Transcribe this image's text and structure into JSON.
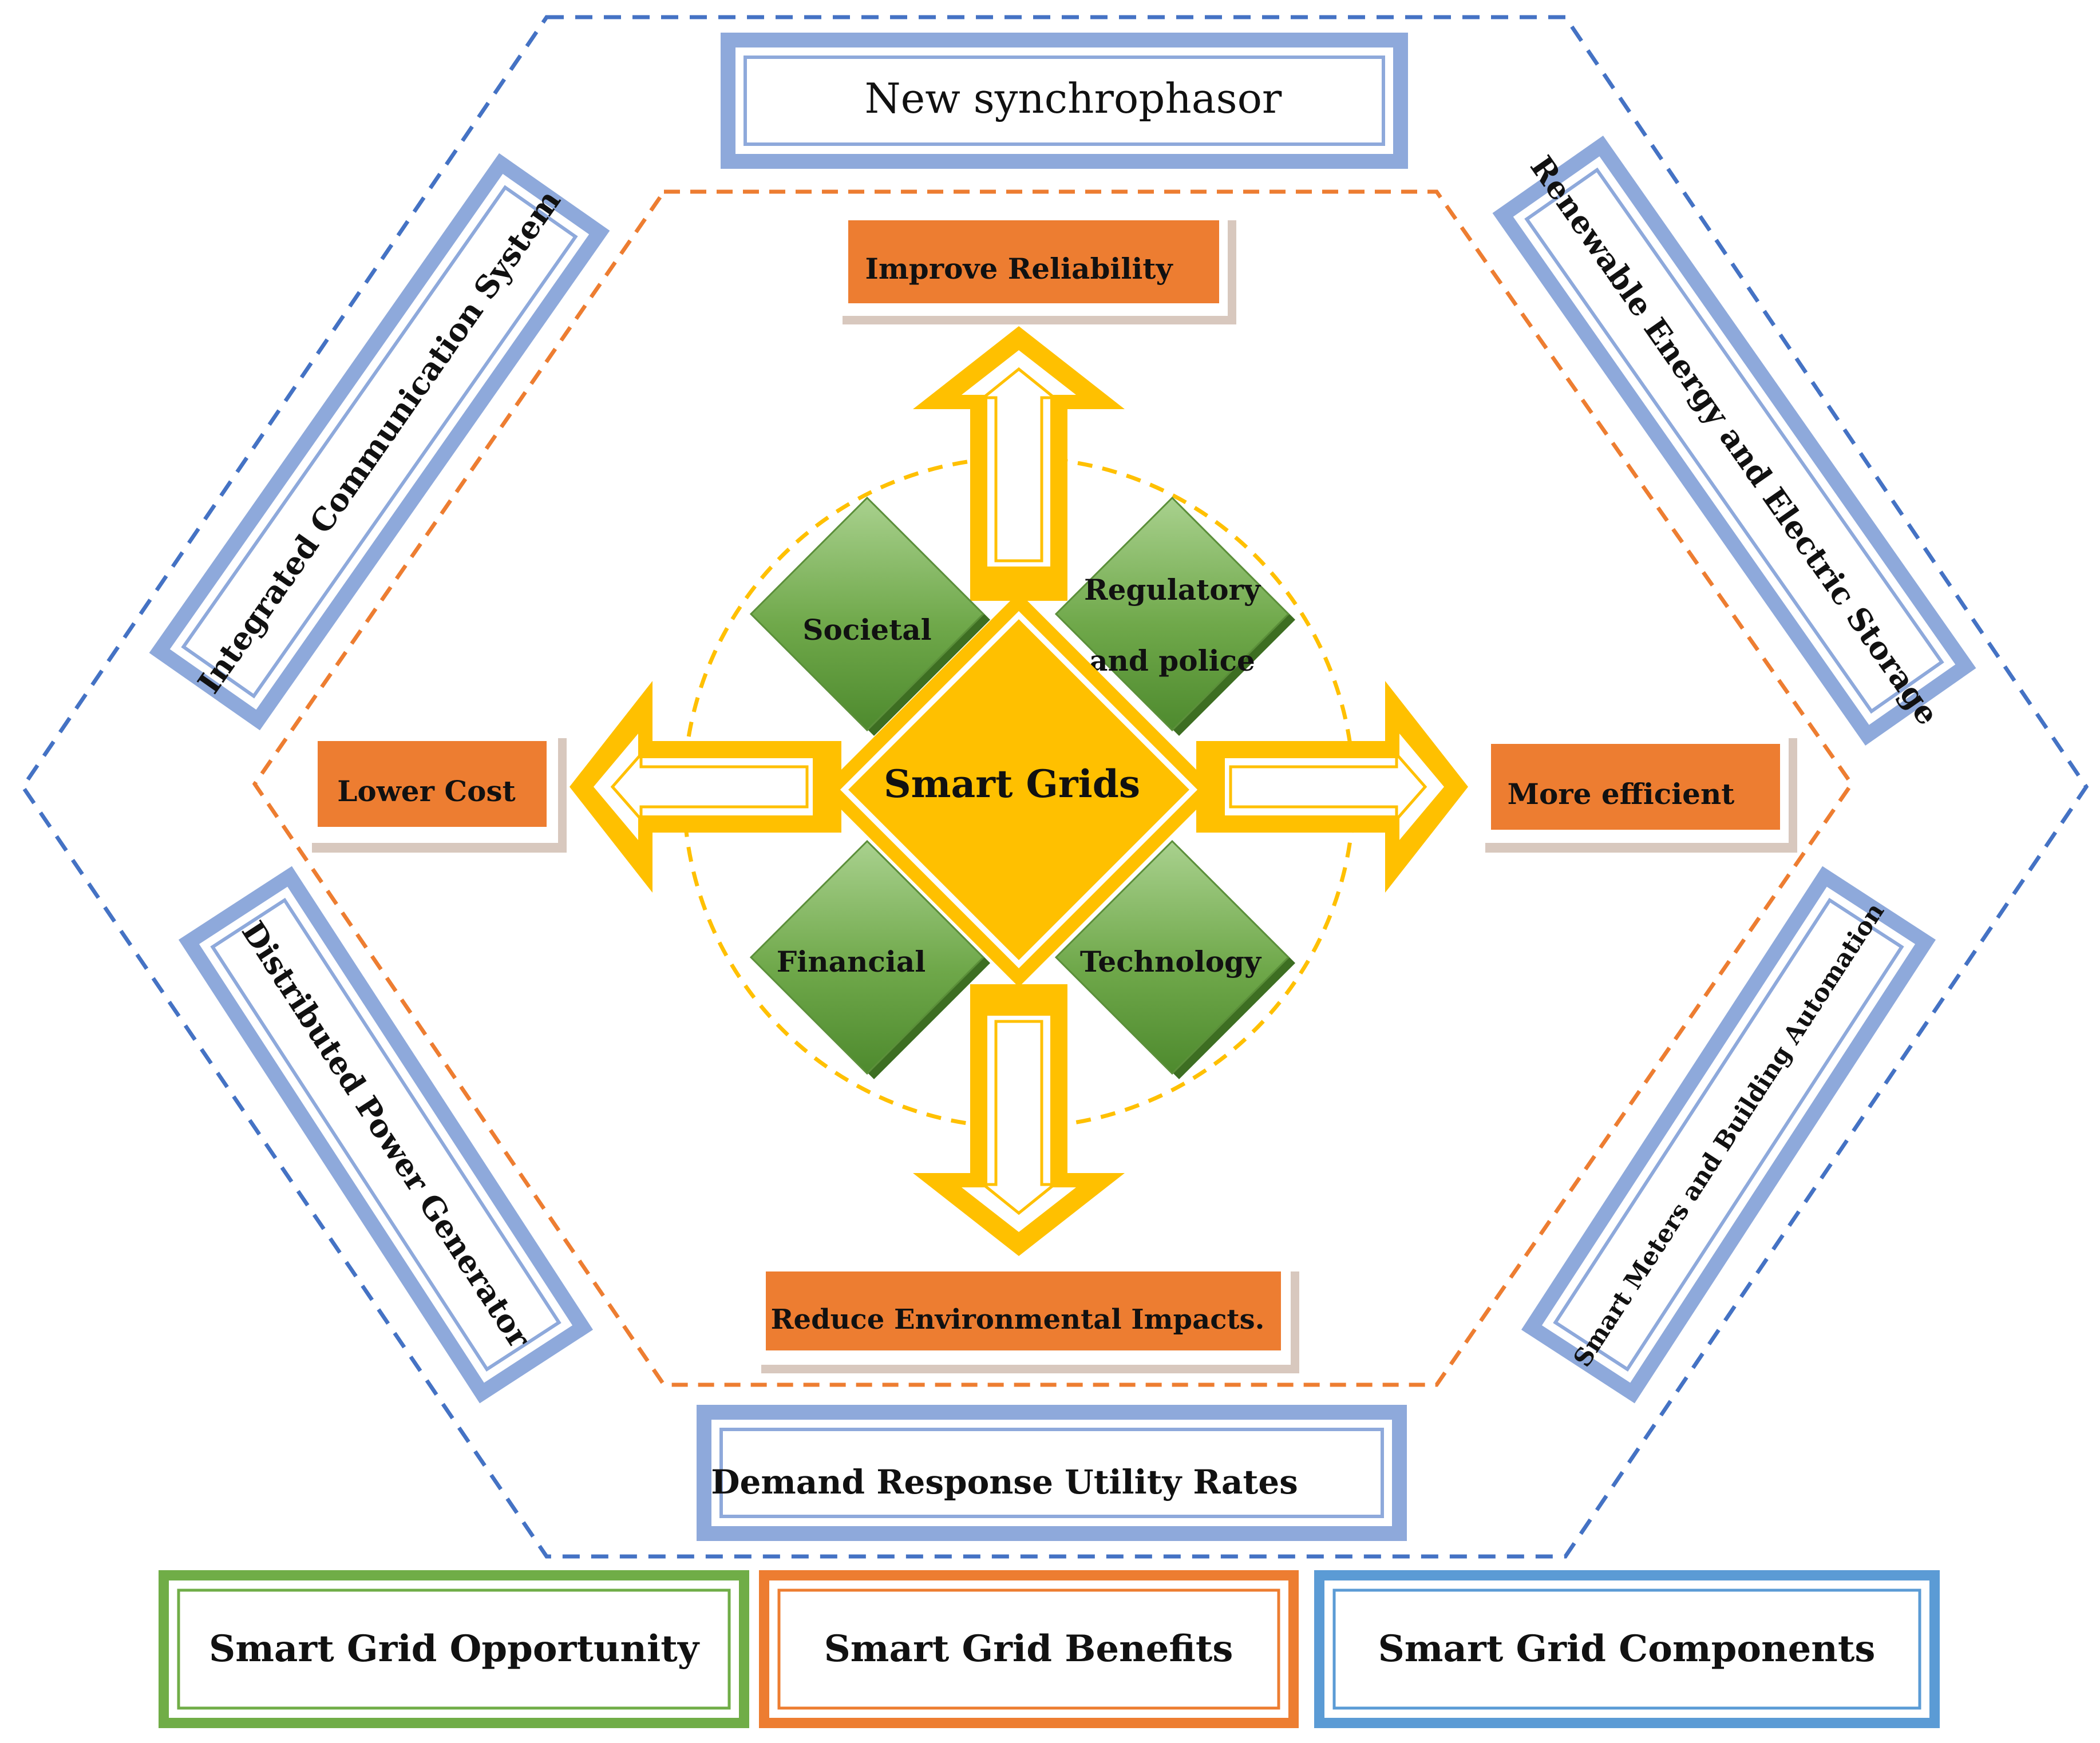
{
  "center": {
    "label": "Smart Grids"
  },
  "opportunities": {
    "societal": "Societal",
    "regulatory_line1": "Regulatory",
    "regulatory_line2": "and police",
    "financial": "Financial",
    "technology": "Technology"
  },
  "benefits": {
    "top": "Improve Reliability",
    "left": "Lower Cost",
    "right": "More efficient",
    "bottom": "Reduce Environmental Impacts."
  },
  "components": {
    "top": "New synchrophasor",
    "top_left": "Integrated Communication System",
    "top_right": "Renewable Energy and Electric Storage",
    "bottom_left": "Distributed Power Generator",
    "bottom_right": "Smart Meters and Building Automation",
    "bottom": "Demand Response Utility Rates"
  },
  "legend": {
    "opportunity": "Smart Grid Opportunity",
    "benefits": "Smart Grid Benefits",
    "components": "Smart Grid Components"
  },
  "colors": {
    "component_blue": "#4472C4",
    "component_frame": "#8EA9DB",
    "benefit_orange": "#ED7D31",
    "opportunity_green": "#70AD47",
    "center_gold": "#FFC000",
    "arrow_yellow": "#FFC000"
  }
}
